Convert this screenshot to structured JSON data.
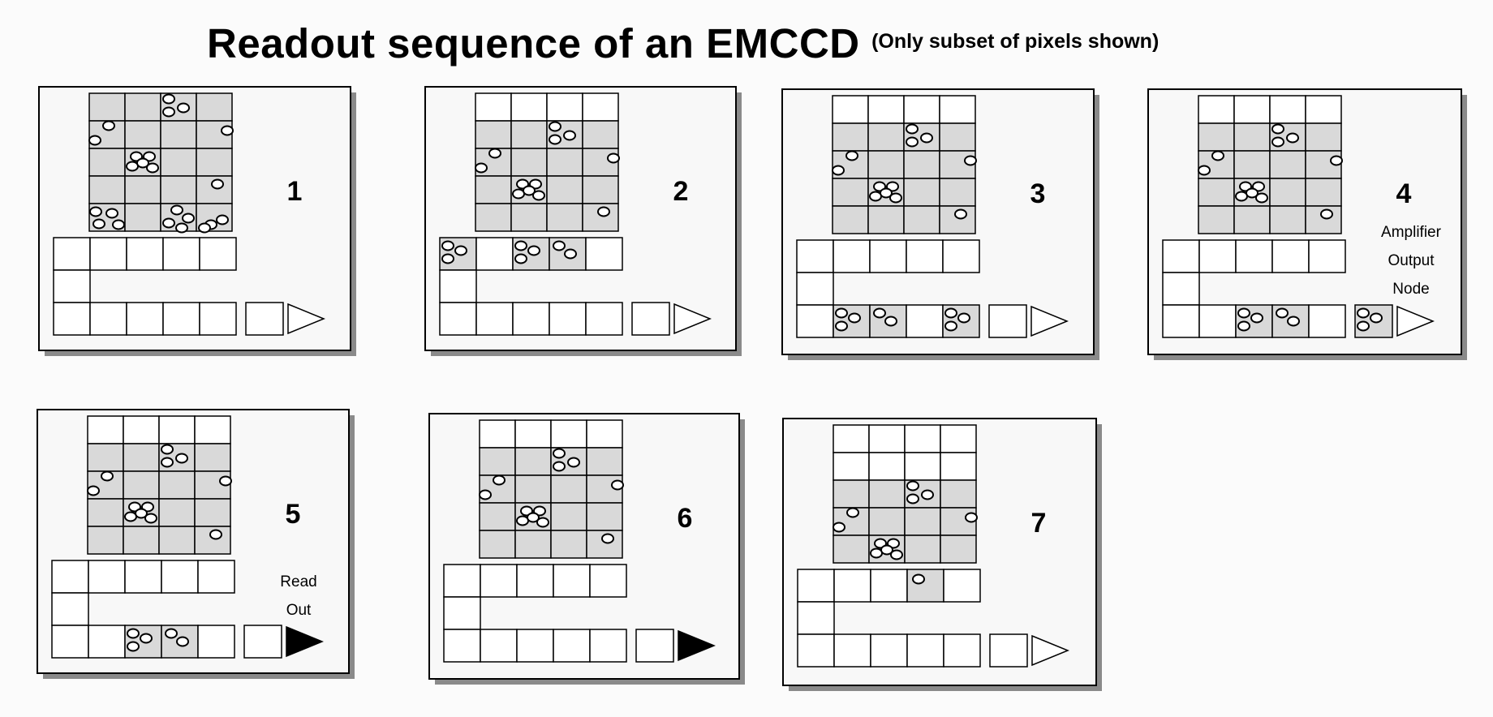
{
  "title": {
    "main": "Readout sequence of an EMCCD",
    "subtitle": "(Only subset of pixels shown)"
  },
  "panels": [
    {
      "number": "1",
      "grid_rows_gray": [
        true,
        true,
        true,
        true,
        true
      ],
      "storage": [
        "",
        "",
        "",
        "",
        ""
      ],
      "em_register": [
        "",
        "",
        "",
        "",
        ""
      ],
      "amp_cell": "",
      "triangle": "open",
      "labels": []
    },
    {
      "number": "2",
      "grid_rows_gray": [
        false,
        true,
        true,
        true,
        true
      ],
      "storage": [
        "3",
        "",
        "3",
        "2",
        ""
      ],
      "em_register": [
        "",
        "",
        "",
        "",
        ""
      ],
      "amp_cell": "",
      "triangle": "open",
      "labels": []
    },
    {
      "number": "3",
      "grid_rows_gray": [
        false,
        true,
        true,
        true,
        true
      ],
      "storage": [
        "",
        "",
        "",
        "",
        ""
      ],
      "em_register": [
        "",
        "3",
        "2",
        "",
        "3"
      ],
      "amp_cell": "",
      "triangle": "open",
      "labels": []
    },
    {
      "number": "4",
      "grid_rows_gray": [
        false,
        true,
        true,
        true,
        true
      ],
      "storage": [
        "",
        "",
        "",
        "",
        ""
      ],
      "em_register": [
        "",
        "",
        "3",
        "2",
        ""
      ],
      "amp_cell": "3",
      "triangle": "open",
      "labels": [
        "Amplifier",
        "Output",
        "Node"
      ]
    },
    {
      "number": "5",
      "grid_rows_gray": [
        false,
        true,
        true,
        true,
        true
      ],
      "storage": [
        "",
        "",
        "",
        "",
        ""
      ],
      "em_register": [
        "",
        "",
        "3",
        "2",
        ""
      ],
      "amp_cell": "",
      "triangle": "filled",
      "labels": [
        "Read",
        "Out"
      ]
    },
    {
      "number": "6",
      "grid_rows_gray": [
        false,
        true,
        true,
        true,
        true
      ],
      "storage": [
        "",
        "",
        "",
        "",
        ""
      ],
      "em_register": [
        "",
        "",
        "",
        "",
        ""
      ],
      "amp_cell": "",
      "triangle": "filled",
      "labels": []
    },
    {
      "number": "7",
      "grid_rows_gray": [
        false,
        false,
        true,
        true,
        true
      ],
      "storage": [
        "",
        "",
        "",
        "1",
        ""
      ],
      "em_register": [
        "",
        "",
        "",
        "",
        ""
      ],
      "amp_cell": "",
      "triangle": "open",
      "labels": []
    }
  ]
}
